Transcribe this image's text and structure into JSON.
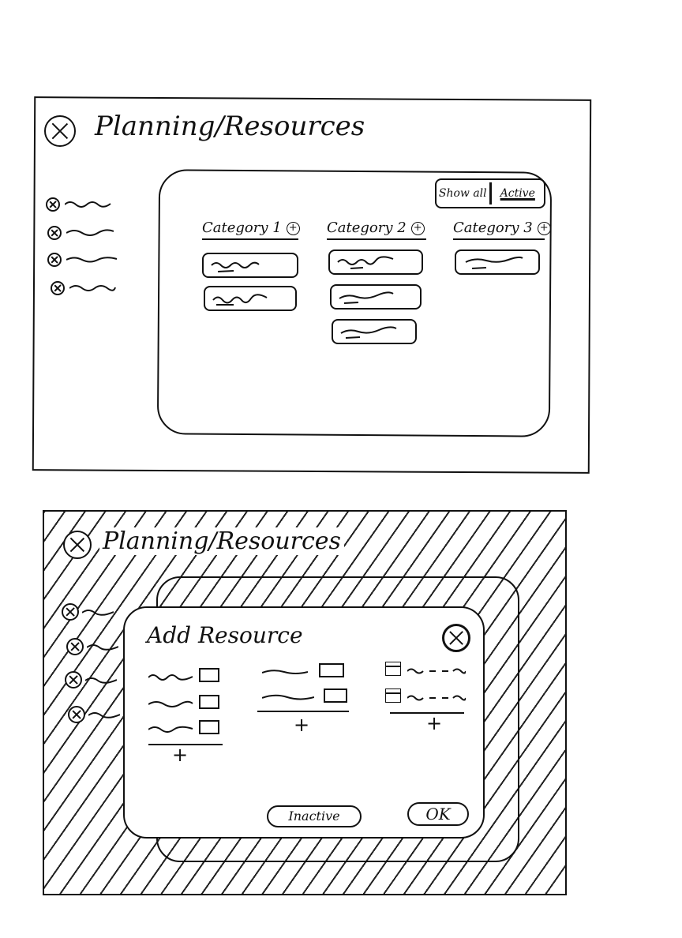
{
  "screen_main": {
    "header": {
      "title": "Planning/Resources"
    },
    "sidebar": {
      "item_count": 4
    },
    "toggle": {
      "show_all": "Show all",
      "active": "Active"
    },
    "categories": [
      {
        "name": "Category 1",
        "card_count": 2
      },
      {
        "name": "Category 2",
        "card_count": 3
      },
      {
        "name": "Category 3",
        "card_count": 1
      }
    ]
  },
  "screen_dialog": {
    "header": {
      "title": "Planning/Resources"
    },
    "dialog": {
      "title": "Add Resource",
      "inactive_label": "Inactive",
      "ok_label": "OK",
      "add_label": "+"
    }
  },
  "icons": {
    "app": "close-circle-icon",
    "sidebar": "close-circle-icon",
    "category_add": "plus-circle-icon",
    "dialog_close": "close-circle-icon",
    "date_field": "calendar-icon"
  },
  "colors": {
    "ink": "#111111",
    "paper": "#ffffff"
  }
}
